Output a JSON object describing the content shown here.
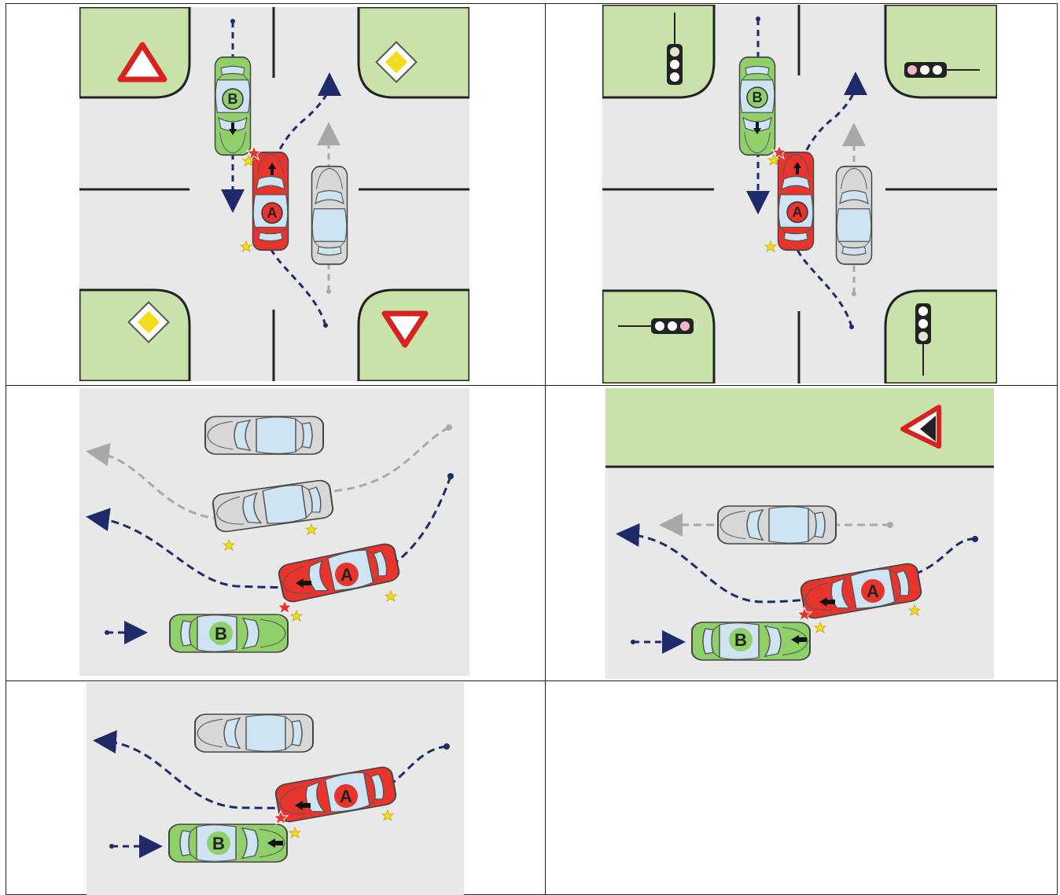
{
  "colors": {
    "grass": "#c9e2a9",
    "road": "#e8e8e8",
    "car_a": "#e8342c",
    "car_b": "#8fd06a",
    "car_other": "#d7d7d7",
    "path_main": "#1f2a6b",
    "path_other": "#a8a8a8",
    "sign_red": "#d9211f",
    "sign_yellow": "#f2dc1c"
  },
  "labels": {
    "car_a": "A",
    "car_b": "B"
  },
  "icons": [
    "warning-triangle-icon",
    "priority-road-icon",
    "give-way-icon",
    "traffic-light-icon",
    "steep-descent-sign-icon",
    "collision-star-icon",
    "direction-arrow-icon"
  ],
  "panels": [
    {
      "id": "p1",
      "scene": "intersection-signs"
    },
    {
      "id": "p2",
      "scene": "intersection-lights"
    },
    {
      "id": "p3",
      "scene": "overtake-two-cars"
    },
    {
      "id": "p4",
      "scene": "overtake-with-verge"
    },
    {
      "id": "p5",
      "scene": "overtake-one-car"
    }
  ]
}
